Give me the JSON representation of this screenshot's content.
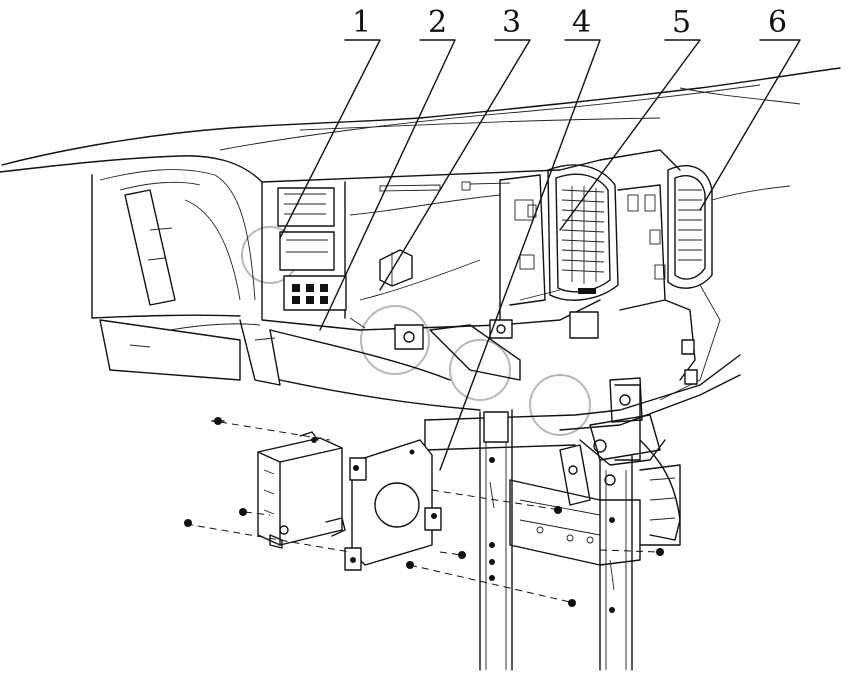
{
  "diagram": {
    "callouts": [
      {
        "id": "c1",
        "label": "1"
      },
      {
        "id": "c2",
        "label": "2"
      },
      {
        "id": "c3",
        "label": "3"
      },
      {
        "id": "c4",
        "label": "4"
      },
      {
        "id": "c5",
        "label": "5"
      },
      {
        "id": "c6",
        "label": "6"
      }
    ],
    "colors": {
      "line": "#111111",
      "background": "#ffffff",
      "watermark": "#b8b8b8"
    }
  }
}
